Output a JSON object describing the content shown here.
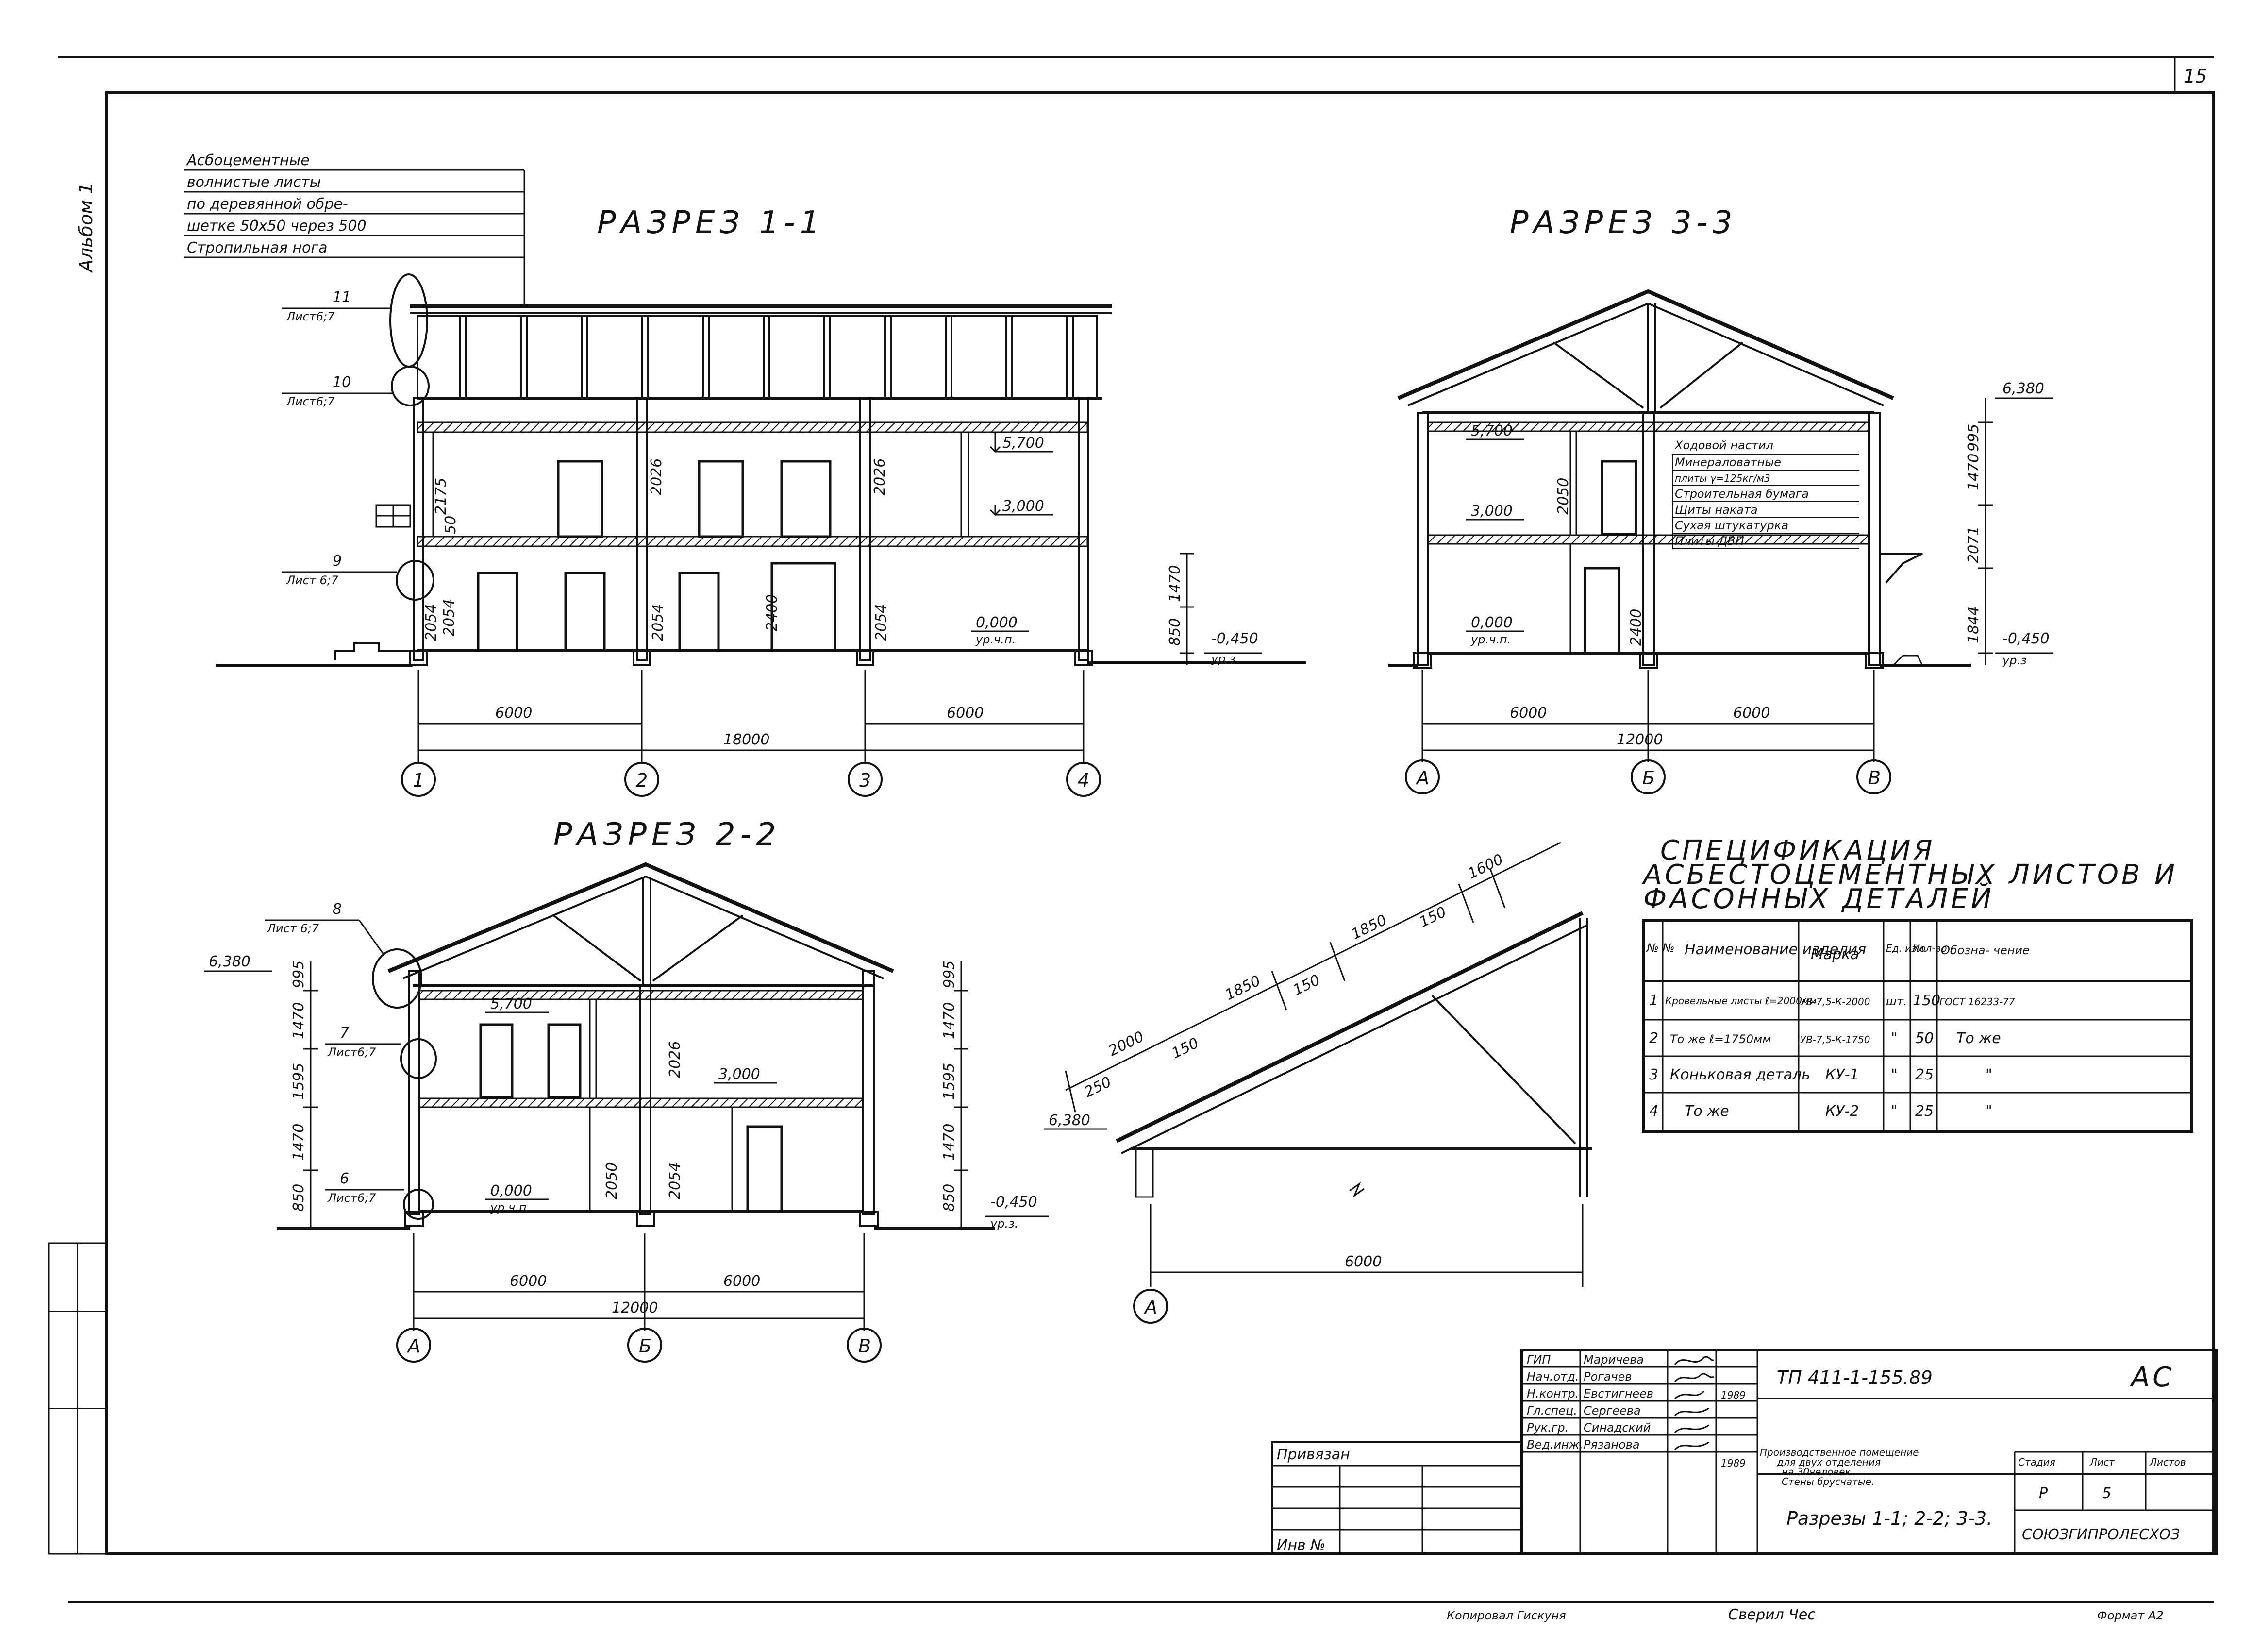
{
  "sheet": {
    "sheet_number": "15",
    "album": "Альбом 1",
    "project_code": "ТП  411-1-155.89",
    "mark": "АС",
    "drawing_title": "Разрезы 1-1; 2-2; 3-3.",
    "object_name": [
      "Производственное помещение",
      "для двух отделения",
      "на 30человек.",
      "Стены брусчатые."
    ],
    "organization": "СОЮЗГИПРОЛЕСХОЗ",
    "stage_header": "Стадия",
    "sheet_header": "Лист",
    "sheets_header": "Листов",
    "stage": "Р",
    "sheet": "5",
    "year": "1989",
    "privyazan": "Привязан",
    "inv": "Инв №",
    "bottom_copied": "Копировал Гискуня",
    "bottom_checked": "Сверил Чес",
    "bottom_format": "Формат А2"
  },
  "stamp_rows": [
    {
      "role": "ГИП",
      "name": "Маричева"
    },
    {
      "role": "Нач.отд.",
      "name": "Рогачев"
    },
    {
      "role": "Н.контр.",
      "name": "Евстигнеев"
    },
    {
      "role": "Гл.спец.",
      "name": "Сергеева"
    },
    {
      "role": "Рук.гр.",
      "name": "Синадский"
    },
    {
      "role": "Вед.инж.",
      "name": "Рязанова"
    }
  ],
  "section_1_1": {
    "title": "РАЗРЕЗ  1-1",
    "note": [
      "Асбоцементные",
      "волнистые листы",
      "по деревянной   обре-",
      "шетке      50x50 через 500",
      "Стропильная нога"
    ],
    "callouts": [
      {
        "num": "11",
        "ref": "Лист6;7"
      },
      {
        "num": "10",
        "ref": "Лист6;7"
      },
      {
        "num": "9",
        "ref": "Лист 6;7"
      }
    ],
    "levels": [
      "5,700",
      "3,000",
      "0,000",
      "ур.ч.п.",
      "-0,450",
      "ур.з"
    ],
    "heights": [
      "2175",
      "50",
      "2026",
      "2026",
      "2400",
      "2054",
      "2054",
      "2054",
      "2054",
      "850",
      "1470"
    ],
    "dims": [
      "6000",
      "6000",
      "18000"
    ],
    "axes": [
      "1",
      "2",
      "3",
      "4"
    ]
  },
  "section_3_3": {
    "title": "РАЗРЕЗ  3-3",
    "floor_layers": [
      "Ходовой настил",
      "Минераловатные",
      "плиты γ=125кг/м3",
      "Строительная бумага",
      "Щиты наката",
      "Сухая штукатурка",
      "Плиты ДВП"
    ],
    "levels": [
      "6,380",
      "5,700",
      "3,000",
      "0,000",
      "ур.ч.п.",
      "-0,450",
      "ур.з"
    ],
    "heights": [
      "2050",
      "2400",
      "995",
      "1470",
      "2071",
      "1844"
    ],
    "dims": [
      "6000",
      "6000",
      "12000"
    ],
    "axes": [
      "А",
      "Б",
      "В"
    ]
  },
  "section_2_2": {
    "title": "РАЗРЕЗ  2-2",
    "callouts": [
      {
        "num": "8",
        "ref": "Лист 6;7"
      },
      {
        "num": "7",
        "ref": "Лист6;7"
      },
      {
        "num": "6",
        "ref": "Лист6;7"
      }
    ],
    "levels": [
      "6,380",
      "5,700",
      "3,000",
      "0,000",
      "ур.ч.п.",
      "-0,450",
      "ур.з."
    ],
    "heights_left": [
      "995",
      "1470",
      "1595",
      "1470",
      "850"
    ],
    "heights_right": [
      "995",
      "1470",
      "1595",
      "1470",
      "850"
    ],
    "door_heights": [
      "2026",
      "2050",
      "2054"
    ],
    "dims": [
      "6000",
      "6000",
      "12000"
    ],
    "axes": [
      "А",
      "Б",
      "В"
    ]
  },
  "roof_detail": {
    "dims": [
      "250",
      "2000",
      "150",
      "1850",
      "150",
      "1850",
      "150",
      "1600",
      "6000"
    ],
    "level": "6,380",
    "axis": "А"
  },
  "spec": {
    "title": "СПЕЦИФИКАЦИЯ",
    "subtitle1": "АСБЕСТОЦЕМЕНТНЫХ ЛИСТОВ И",
    "subtitle2": "ФАСОННЫХ ДЕТАЛЕЙ",
    "headers": [
      "№ №",
      "Наименование изделия",
      "Марка",
      "Ед. изм.",
      "Кол-во",
      "Обозна- чение"
    ],
    "rows": [
      [
        "1",
        "Кровельные листы ℓ=2000мм",
        "УВ-7,5-К-2000",
        "шт.",
        "150",
        "ГОСТ 16233-77"
      ],
      [
        "2",
        "То же ℓ=1750мм",
        "УВ-7,5-К-1750",
        "\"",
        "50",
        "То же"
      ],
      [
        "3",
        "Коньковая деталь",
        "КУ-1",
        "\"",
        "25",
        "\""
      ],
      [
        "4",
        "То же",
        "КУ-2",
        "\"",
        "25",
        "\""
      ]
    ]
  }
}
